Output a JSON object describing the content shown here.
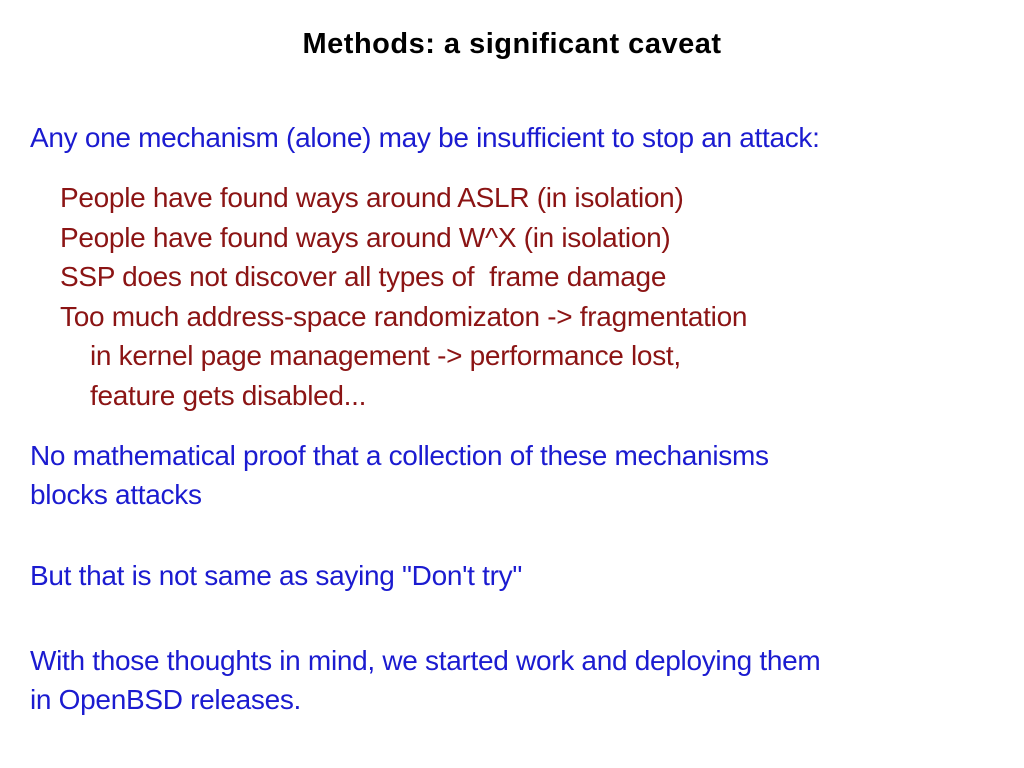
{
  "slide": {
    "title": "Methods: a significant caveat",
    "intro": "Any one mechanism (alone) may be insufficient to stop an attack:",
    "caveats": [
      {
        "text": "People have found ways around ASLR (in isolation)",
        "indent": 1
      },
      {
        "text": "People have found ways around W^X (in isolation)",
        "indent": 1
      },
      {
        "text": "SSP does not discover all types of  frame damage",
        "indent": 1
      },
      {
        "text": "Too much address-space randomizaton -> fragmentation",
        "indent": 1
      },
      {
        "text": "in kernel page management -> performance lost,",
        "indent": 2
      },
      {
        "text": "feature gets disabled...",
        "indent": 2
      }
    ],
    "paragraphs": [
      {
        "lines": [
          "No mathematical proof that a collection of these mechanisms",
          "blocks attacks"
        ]
      },
      {
        "lines": [
          "But that is not same as saying \"Don't try\""
        ]
      },
      {
        "lines": [
          "With those thoughts in mind, we started work and deploying them",
          "in OpenBSD releases."
        ]
      }
    ],
    "colors": {
      "title": "#000000",
      "body_blue": "#1b1bd0",
      "caveat_dark_red": "#8b1414",
      "background": "#ffffff"
    }
  }
}
